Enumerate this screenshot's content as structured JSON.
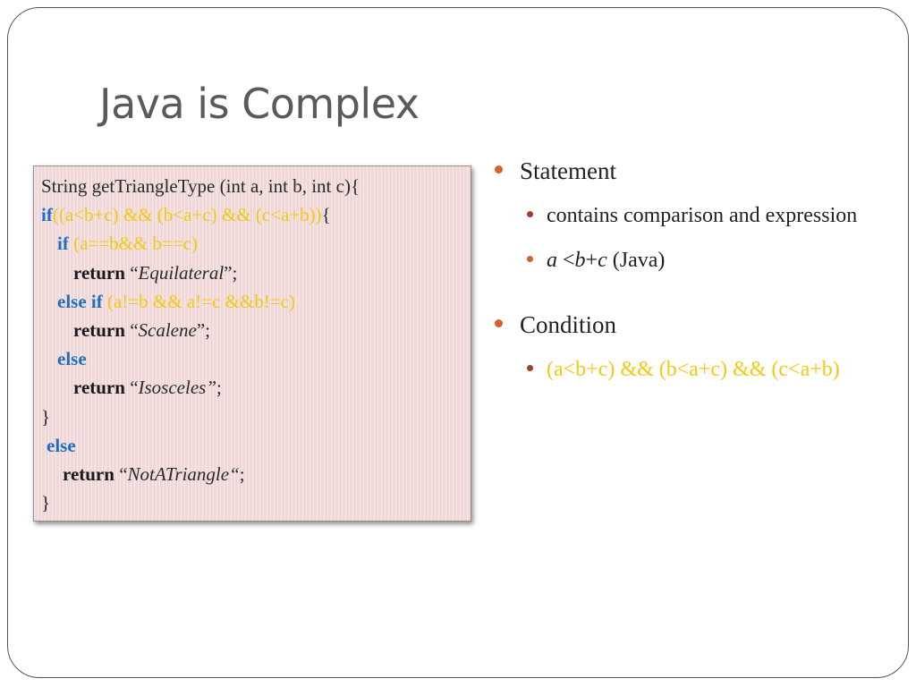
{
  "slide": {
    "title": "Java is Complex"
  },
  "code": {
    "signature": "String getTriangleType (int a, int b, int c){",
    "if_kw": "if",
    "outer_cond": "((a<b+c)  &&  (b<a+c)  && (c<a+b))",
    "outer_brace": "{",
    "inner_if_kw": "if",
    "inner_cond": "(a==b&& b==c)",
    "return_kw": "return",
    "ret1_open": "“",
    "ret1_str": "Equilateral",
    "ret1_close": "”;",
    "elseif_kw": "else if",
    "elseif_cond": "(a!=b && a!=c &&b!=c)",
    "ret2_open": "“",
    "ret2_str": "Scalene",
    "ret2_close": "”;",
    "else_kw": "else",
    "ret3_open": "“",
    "ret3_str": "Isosceles”",
    "ret3_close": ";",
    "close_brace": "}",
    "ret4_open": "“",
    "ret4_str": "NotATriangle“",
    "ret4_close": ";"
  },
  "bullets": {
    "statement": {
      "label": "Statement",
      "sub1": "contains comparison and expression",
      "sub2_a": "a",
      "sub2_lt": " <",
      "sub2_b": "b",
      "sub2_plus": "+",
      "sub2_c": "c",
      "sub2_suffix": " (Java)"
    },
    "condition": {
      "label": "Condition",
      "sub1": "(a<b+c)  &&  (b<a+c)  &&  (c<a+b)"
    }
  },
  "colors": {
    "keyword": "#1f6ec4",
    "condition": "#f2c914",
    "bullet": "#d4622a",
    "code_bg": "#f0d8d8"
  }
}
